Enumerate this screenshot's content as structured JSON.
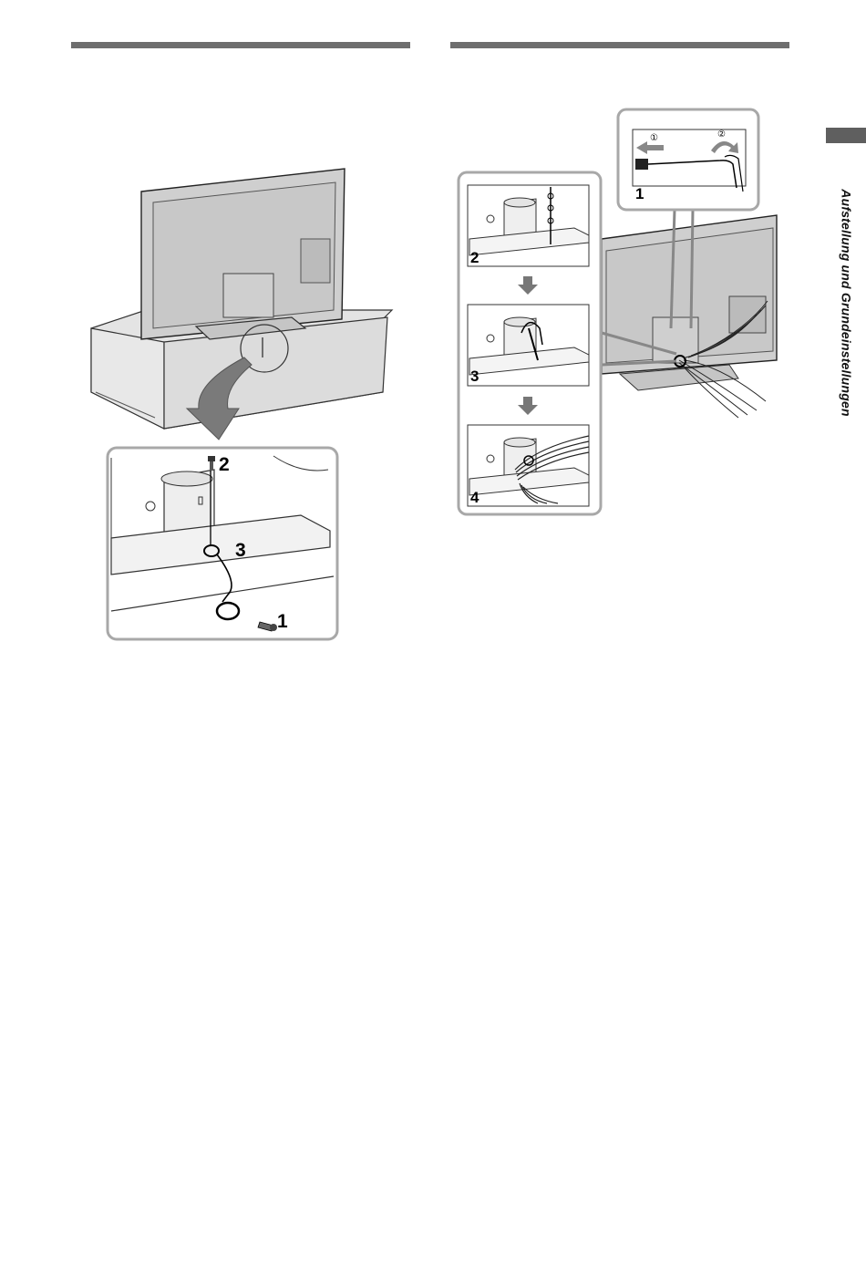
{
  "section": {
    "tab_label": "Aufstellung und Grundeinstellungen"
  },
  "left_figure": {
    "callouts": [
      "1",
      "2",
      "3"
    ]
  },
  "right_figure": {
    "steps": [
      "1",
      "2",
      "3",
      "4"
    ],
    "substeps": [
      "①",
      "②"
    ]
  },
  "colors": {
    "rule": "#6e6e6e",
    "tab": "#5f5f5f",
    "frame": "#a8a8a8",
    "tv_body": "#d0d0d0",
    "furniture": "#e4e4e4"
  },
  "icons": [
    "arrow-down-icon",
    "arrow-left-icon",
    "curved-arrow-icon",
    "screw-icon"
  ]
}
